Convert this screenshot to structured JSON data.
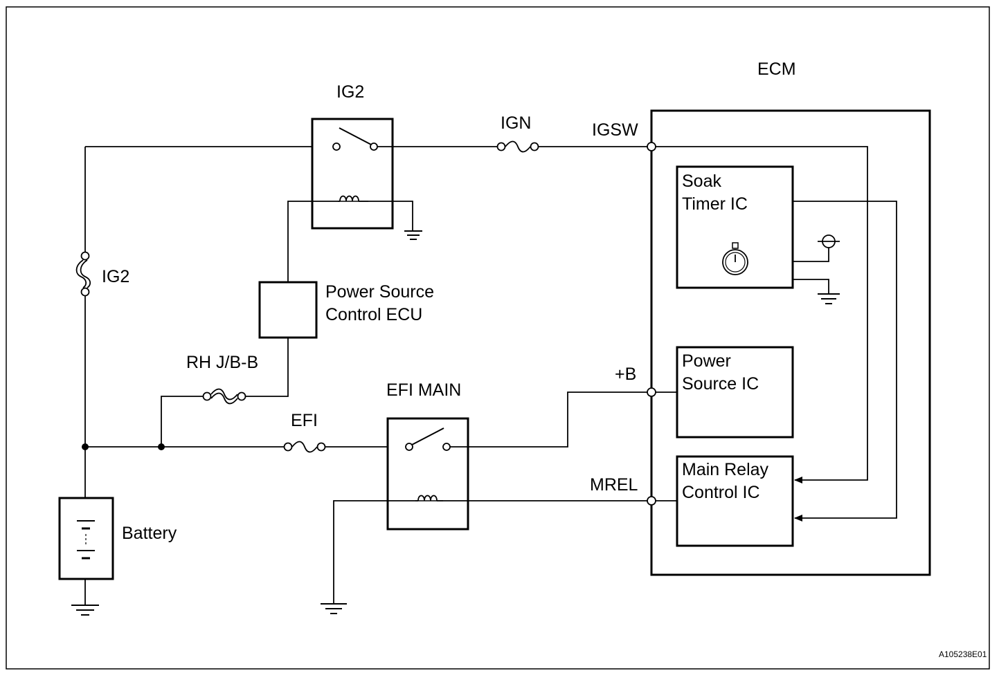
{
  "labels": {
    "ecm": "ECM",
    "ig2_relay": "IG2",
    "ign_fuse": "IGN",
    "igsw": "IGSW",
    "ig2_fuse": "IG2",
    "psc_ecu_line1": "Power Source",
    "psc_ecu_line2": "Control ECU",
    "rh_jb": "RH J/B-B",
    "efi_main": "EFI MAIN",
    "efi_fuse": "EFI",
    "plus_b": "+B",
    "mrel": "MREL",
    "battery": "Battery",
    "soak_line1": "Soak",
    "soak_line2": "Timer IC",
    "psic_line1": "Power",
    "psic_line2": "Source IC",
    "mrc_line1": "Main Relay",
    "mrc_line2": "Control IC"
  },
  "figure_code": "A105238E01",
  "icons": [
    "fuse-icon",
    "relay-switch-icon",
    "relay-coil-icon",
    "ground-icon",
    "battery-icon",
    "clock-icon",
    "power-supply-icon",
    "arrow-icon"
  ]
}
